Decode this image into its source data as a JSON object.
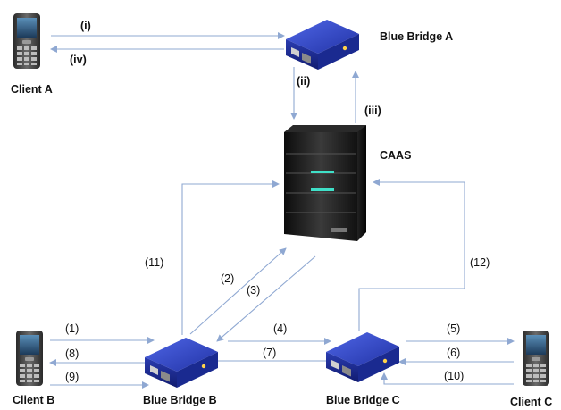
{
  "nodes": {
    "client_a": "Client A",
    "client_b": "Client B",
    "client_c": "Client C",
    "bridge_a": "Blue Bridge A",
    "bridge_b": "Blue Bridge B",
    "bridge_c": "Blue Bridge C",
    "caas": "CAAS"
  },
  "edge_labels": {
    "i": "(i)",
    "ii": "(ii)",
    "iii": "(iii)",
    "iv": "(iv)",
    "e1": "(1)",
    "e2": "(2)",
    "e3": "(3)",
    "e4": "(4)",
    "e5": "(5)",
    "e6": "(6)",
    "e7": "(7)",
    "e8": "(8)",
    "e9": "(9)",
    "e10": "(10)",
    "e11": "(11)",
    "e12": "(12)"
  },
  "colors": {
    "arrow": "#8fa8d2",
    "bridge_blue": "#2b3fb8",
    "server_dark": "#1a1a1a",
    "server_led": "#3fe0c8"
  },
  "icons": {
    "client": "mobile-phone-icon",
    "bridge": "blue-bridge-device-icon",
    "server": "server-tower-icon"
  }
}
